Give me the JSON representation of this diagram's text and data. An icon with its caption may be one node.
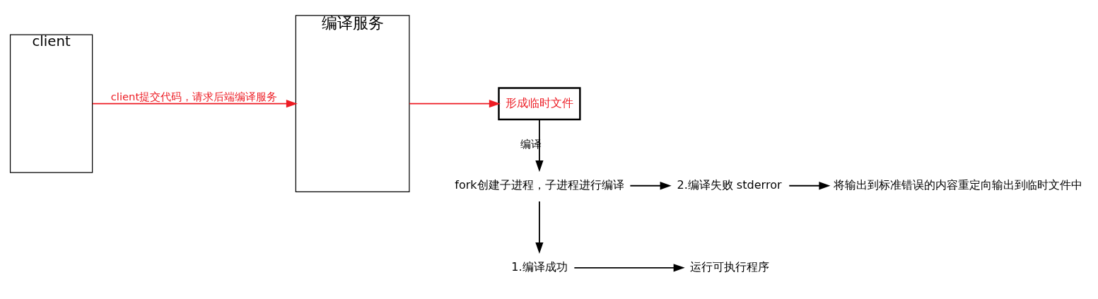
{
  "diagram": {
    "nodes": [
      {
        "text": [
          "client"
        ]
      },
      {
        "text": [
          "编译服务"
        ]
      },
      {
        "text": [
          "形成临时文件"
        ]
      },
      {
        "text": [
          "fork创建子进程，子进程进行编译"
        ]
      },
      {
        "text": [
          "1.编译成功"
        ]
      },
      {
        "text": [
          "2.编译失败 stderror"
        ]
      },
      {
        "text": [
          "将输出到标准错误的内容重定向输出到临时文件中"
        ]
      },
      {
        "text": [
          "运行可执行程序"
        ]
      }
    ],
    "edges": [
      {
        "from": 0,
        "to": 1,
        "arrow": "to",
        "label": "client提交代码，请求后端编译服务",
        "color": "#ed1c24"
      },
      {
        "from": 1,
        "to": 2,
        "arrow": "to",
        "color": "#ed1c24"
      },
      {
        "from": 2,
        "to": 3,
        "arrow": "to",
        "label": "编译"
      },
      {
        "from": 3,
        "to": 4,
        "arrow": "to"
      },
      {
        "from": 3,
        "to": 5,
        "arrow": "to"
      },
      {
        "from": 5,
        "to": 6,
        "arrow": "to"
      },
      {
        "from": 4,
        "to": 7,
        "arrow": "to"
      }
    ]
  }
}
